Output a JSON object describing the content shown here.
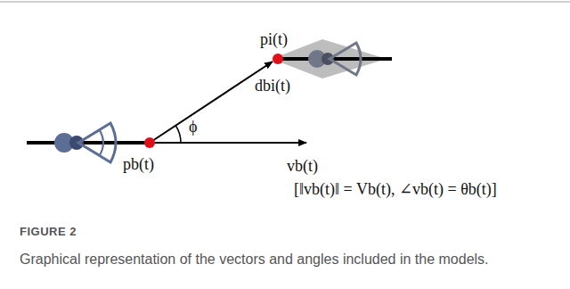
{
  "diagram": {
    "title": "FIGURE 2",
    "caption": "Graphical representation of the vectors and angles included in the models.",
    "labels": [
      "pi(t)",
      "dbi(t)",
      "ϕ",
      "pb(t)",
      "vb(t)",
      "[‖vb(t)‖ = Vb(t), ∠vb(t) = θb(t)]"
    ]
  }
}
